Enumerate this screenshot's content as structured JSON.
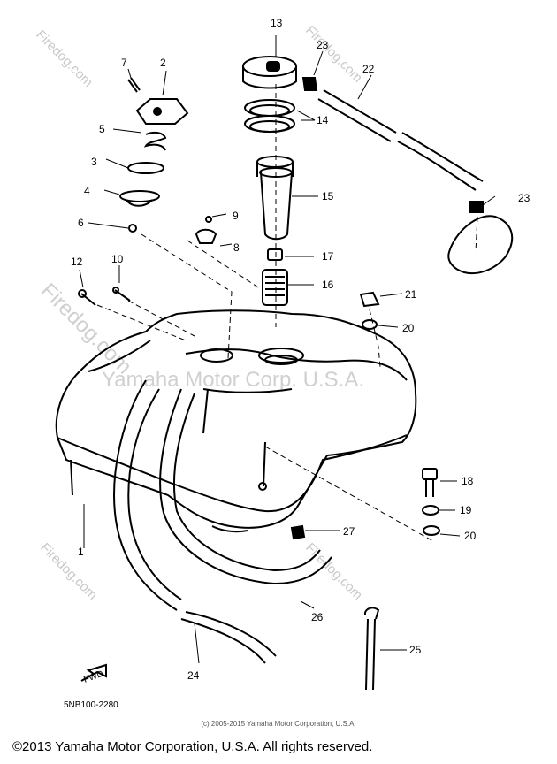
{
  "watermarks": {
    "site": "Firedog.com",
    "company": "Yamaha Motor Corp. U.S.A."
  },
  "drawing_code": "5NB100-2280",
  "front_label": "FWD",
  "callouts": [
    "1",
    "2",
    "3",
    "4",
    "5",
    "6",
    "7",
    "8",
    "9",
    "10",
    "12",
    "13",
    "14",
    "15",
    "16",
    "17",
    "18",
    "19",
    "20",
    "21",
    "22",
    "23",
    "24",
    "25",
    "26",
    "27"
  ],
  "labels": {
    "c1": "1",
    "c2": "2",
    "c3": "3",
    "c4": "4",
    "c5": "5",
    "c6": "6",
    "c7": "7",
    "c8": "8",
    "c9": "9",
    "c10": "10",
    "c12": "12",
    "c13": "13",
    "c14": "14",
    "c15": "15",
    "c16": "16",
    "c17": "17",
    "c18": "18",
    "c19": "19",
    "c20a": "20",
    "c20b": "20",
    "c21": "21",
    "c22": "22",
    "c23a": "23",
    "c23b": "23",
    "c24": "24",
    "c25": "25",
    "c26": "26",
    "c27": "27"
  },
  "credit_small": "(c) 2005-2015 Yamaha Motor Corporation, U.S.A.",
  "copyright": "©2013 Yamaha Motor Corporation, U.S.A. All rights reserved."
}
